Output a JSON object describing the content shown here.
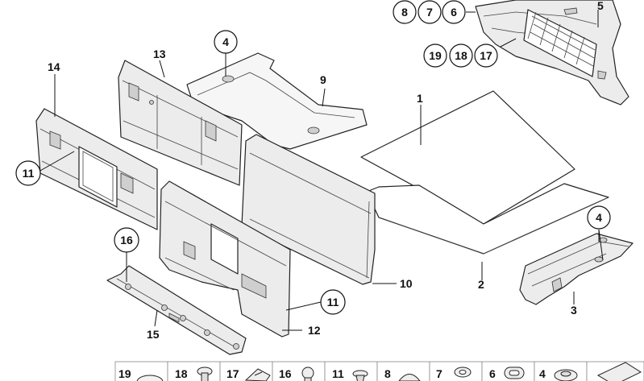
{
  "callouts": {
    "c1": "1",
    "c2": "2",
    "c3": "3",
    "c4a": "4",
    "c4b": "4",
    "c5": "5",
    "c6": "6",
    "c7": "7",
    "c8": "8",
    "c9": "9",
    "c10": "10",
    "c11a": "11",
    "c11b": "11",
    "c12": "12",
    "c13": "13",
    "c14": "14",
    "c15": "15",
    "c16": "16",
    "c17": "17",
    "c18": "18",
    "c19": "19"
  },
  "hardware_strip": {
    "items": [
      {
        "label": "19",
        "icon": "flat-disc-icon"
      },
      {
        "label": "18",
        "icon": "push-rivet-icon"
      },
      {
        "label": "17",
        "icon": "clip-bracket-icon"
      },
      {
        "label": "16",
        "icon": "round-knob-icon"
      },
      {
        "label": "11",
        "icon": "expanding-rivet-icon"
      },
      {
        "label": "8",
        "icon": "dome-cap-icon"
      },
      {
        "label": "7",
        "icon": "nut-icon"
      },
      {
        "label": "6",
        "icon": "oval-grommet-icon"
      },
      {
        "label": "4",
        "icon": "plug-cap-icon"
      },
      {
        "label": "",
        "icon": "wedge-pad-icon"
      }
    ]
  }
}
